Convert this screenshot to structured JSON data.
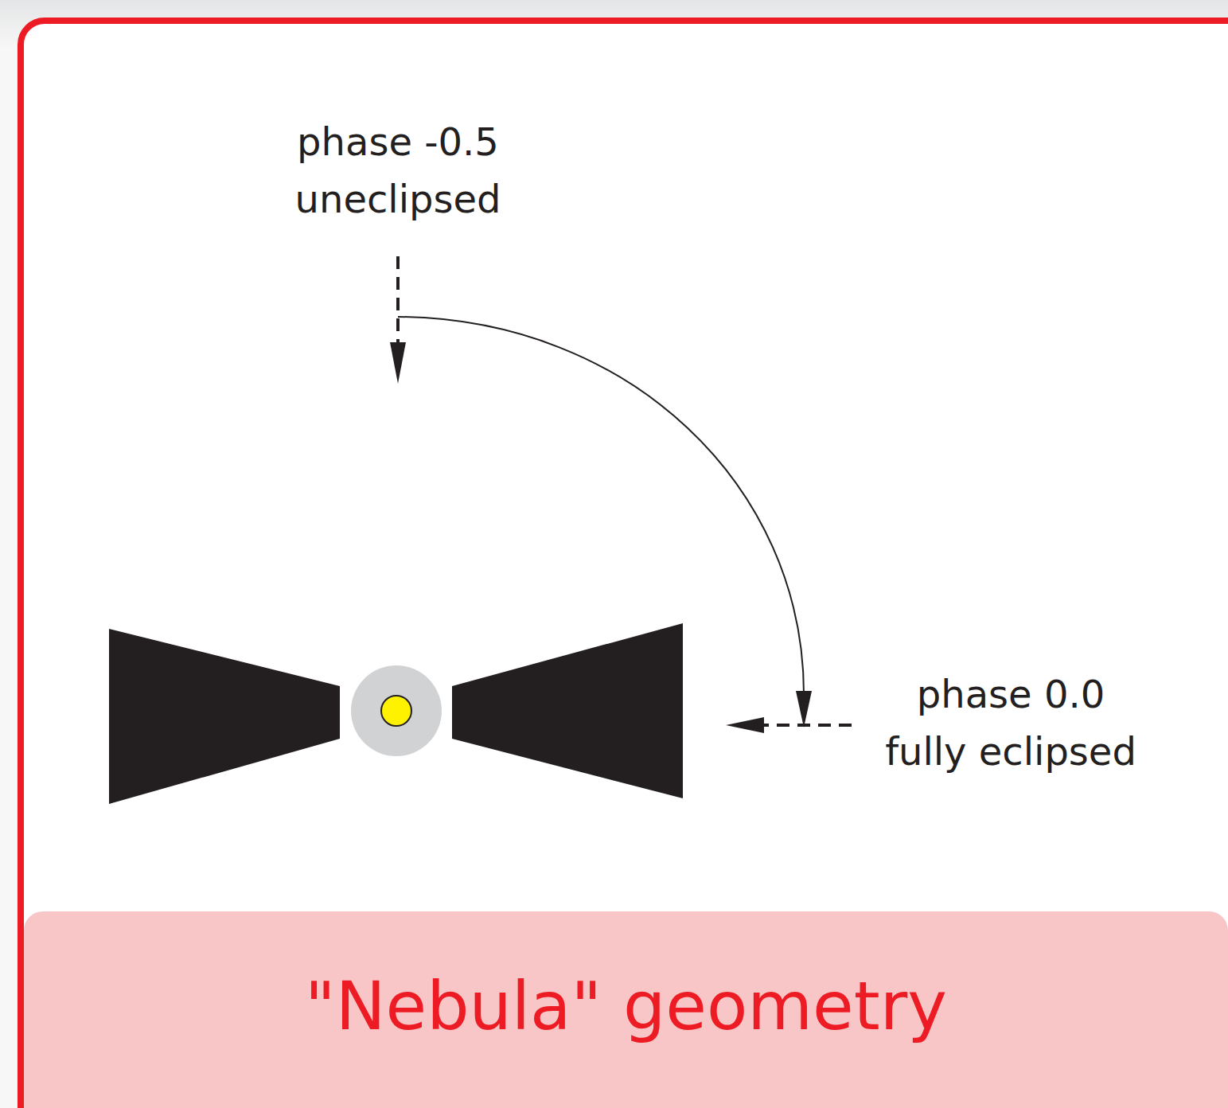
{
  "diagram": {
    "caption": "\"Nebula\" geometry",
    "labels": [
      "phase -0.5 uneclipsed",
      "phase 0.0 fully eclipsed"
    ]
  }
}
